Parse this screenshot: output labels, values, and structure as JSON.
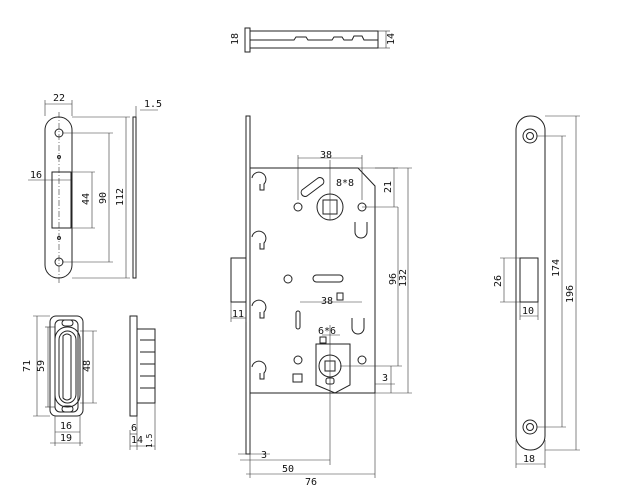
{
  "top_view": {
    "dims": {
      "height_left": "18",
      "height_right": "14"
    }
  },
  "strike_plate": {
    "dims": {
      "width": "22",
      "thickness": "1.5",
      "opening": "16",
      "opening_height": "44",
      "hole_spacing": "90",
      "length": "112"
    }
  },
  "keeper_box": {
    "dims": {
      "outer_height": "71",
      "inner_height": "59",
      "cavity_height": "48",
      "inner_width": "16",
      "outer_width": "19",
      "depth_a": "6",
      "depth_b": "14",
      "depth_c": "1.5"
    }
  },
  "lock_body": {
    "dims": {
      "top_width": "38",
      "top_offset": "21",
      "handle_square": "8*8",
      "center_distance": "96",
      "case_height": "132",
      "latch_offset": "11",
      "mid_width": "38",
      "key_square": "6*6",
      "bottom_offset": "3",
      "faceplate_thickness": "3",
      "backset": "50",
      "body_width": "76"
    }
  },
  "faceplate": {
    "dims": {
      "latch_height": "26",
      "latch_width": "10",
      "hole_spacing": "174",
      "length": "196",
      "width": "18"
    }
  }
}
